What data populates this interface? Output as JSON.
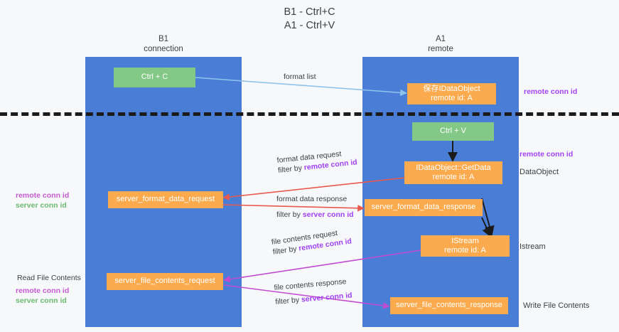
{
  "title": {
    "line1": "B1 - Ctrl+C",
    "line2": "A1 - Ctrl+V"
  },
  "columns": [
    {
      "name": "B1",
      "role": "connection"
    },
    {
      "name": "A1",
      "role": "remote"
    }
  ],
  "nodes": {
    "ctrl_c": {
      "label": "Ctrl + C"
    },
    "ctrl_v": {
      "label": "Ctrl + V"
    },
    "save_idataobject": {
      "line1": "保存IDataObject",
      "line2": "remote id: A"
    },
    "getdata": {
      "line1": "IDataObject::GetData",
      "line2": "remote id: A"
    },
    "istream": {
      "line1": "IStream",
      "line2": "remote id: A"
    },
    "server_format_data_request": {
      "label": "server_format_data_request"
    },
    "server_format_data_response": {
      "label": "server_format_data_response"
    },
    "server_file_contents_request": {
      "label": "server_file_contents_request"
    },
    "server_file_contents_response": {
      "label": "server_file_contents_response"
    }
  },
  "edge_labels": {
    "format_list": "format list",
    "format_data_request": "format data request",
    "format_data_request_filter_prefix": "filter by ",
    "format_data_request_filter_key": "remote conn id",
    "format_data_response": "format data response",
    "format_data_response_filter_prefix": "filter by ",
    "format_data_response_filter_key": "server conn id",
    "file_contents_request": "file contents request",
    "file_contents_request_filter_prefix": "filter by ",
    "file_contents_request_filter_key": "remote conn id",
    "file_contents_response": "file contents response",
    "file_contents_response_filter_prefix": "filter by ",
    "file_contents_response_filter_key": "server conn id"
  },
  "right_notes": {
    "remote_conn_id_top": "remote conn id",
    "remote_conn_id_mid": "remote conn id",
    "dataobject": "DataObject",
    "istream": "Istream",
    "write_file_contents": "Write File Contents"
  },
  "left_notes": {
    "conn_ids_mid": {
      "remote": "remote conn id",
      "server": "server conn id"
    },
    "read_file_contents": "Read File Contents",
    "conn_ids_bottom": {
      "remote": "remote conn id",
      "server": "server conn id"
    }
  },
  "colors": {
    "lane": "#4a7ed6",
    "green_node": "#84c887",
    "orange_node": "#fbab4e",
    "background": "#f7f8f9",
    "arrow_blue": "#8fc3ea",
    "arrow_red": "#e8594f",
    "arrow_magenta": "#c14bd0",
    "arrow_black": "#1b1b1b",
    "highlight_purple": "#a142f4",
    "highlight_green": "#6cba72",
    "dashed_line": "#1b1b1b"
  }
}
